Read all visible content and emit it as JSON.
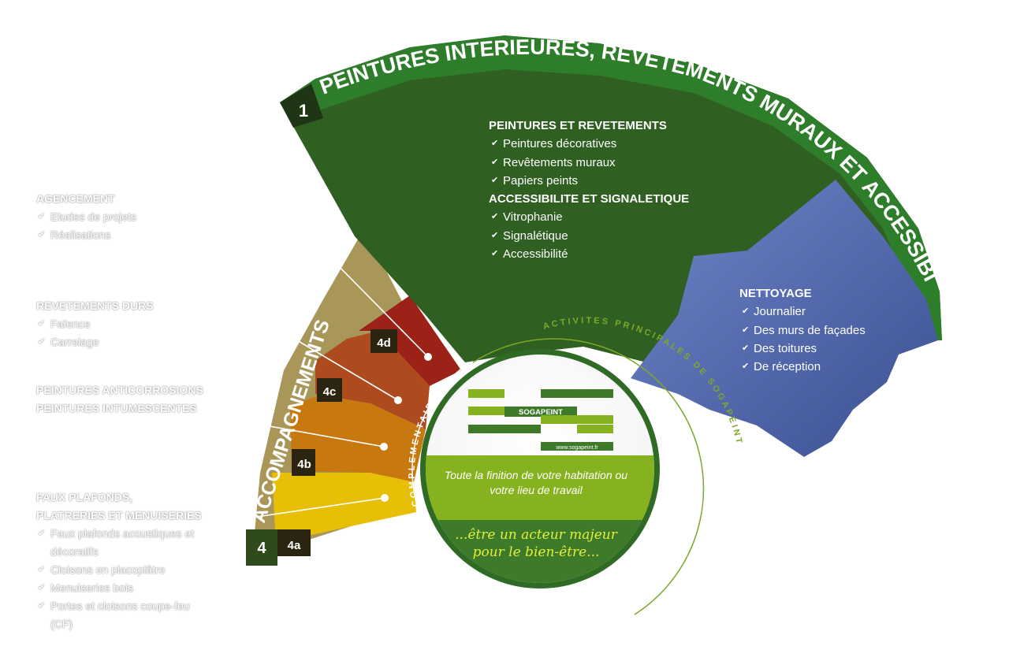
{
  "center": {
    "logo_text": "SOGAPEINT",
    "website": "www.sogapeint.fr",
    "tagline": "Toute la finition de votre habitation ou votre lieu de travail",
    "motto": "...être un acteur majeur pour le bien-être..."
  },
  "ring_labels": {
    "principales": "ACTIVITES PRINCIPALES DE SOGAPEINT",
    "complementaires": "COMPLEMENTAIRES"
  },
  "segments": {
    "s1": {
      "number": "1",
      "title": "PEINTURES INTERIEURES, REVETEMENTS MURAUX ET ACCESSIBILITE",
      "groups": [
        {
          "heading": "PEINTURES ET REVETEMENTS",
          "items": [
            "Peintures décoratives",
            "Revêtements muraux",
            "Papiers peints"
          ]
        },
        {
          "heading": "ACCESSIBILITE ET SIGNALETIQUE",
          "items": [
            "Vitrophanie",
            "Signalétique",
            "Accessibilité"
          ]
        }
      ],
      "color": "#2f5f21",
      "band_color": "#2e7d2a"
    },
    "nettoyage": {
      "heading": "NETTOYAGE",
      "items": [
        "Journalier",
        "Des murs de façades",
        "Des toitures",
        "De réception"
      ],
      "color": "#4a61a6"
    },
    "s4": {
      "number": "4",
      "title": "ACCOMPAGNEMENTS",
      "band_color": "#a9975a",
      "sub": [
        {
          "id": "4a",
          "color": "#e7bf06"
        },
        {
          "id": "4b",
          "color": "#c7790f"
        },
        {
          "id": "4c",
          "color": "#ad4b1e"
        },
        {
          "id": "4d",
          "color": "#9c2116"
        }
      ]
    }
  },
  "side_labels": [
    {
      "heading": "AGENCEMENT",
      "items": [
        "Etudes de projets",
        "Réalisations"
      ]
    },
    {
      "heading": "REVETEMENTS DURS",
      "items": [
        "Faïence",
        "Carrelage"
      ]
    },
    {
      "heading": "PEINTURES ANTICORROSIONS",
      "heading2": "PEINTURES INTUMESCENTES",
      "items": []
    },
    {
      "heading": "FAUX PLAFONDS,",
      "heading2": "PLATRERIES ET MENUISERIES",
      "items": [
        "Faux plafonds acoustiques et décoratifs",
        "Cloisons en placoplâtre",
        "Menuiseries bois",
        "Portes et cloisons coupe-feu (CF)"
      ]
    }
  ]
}
